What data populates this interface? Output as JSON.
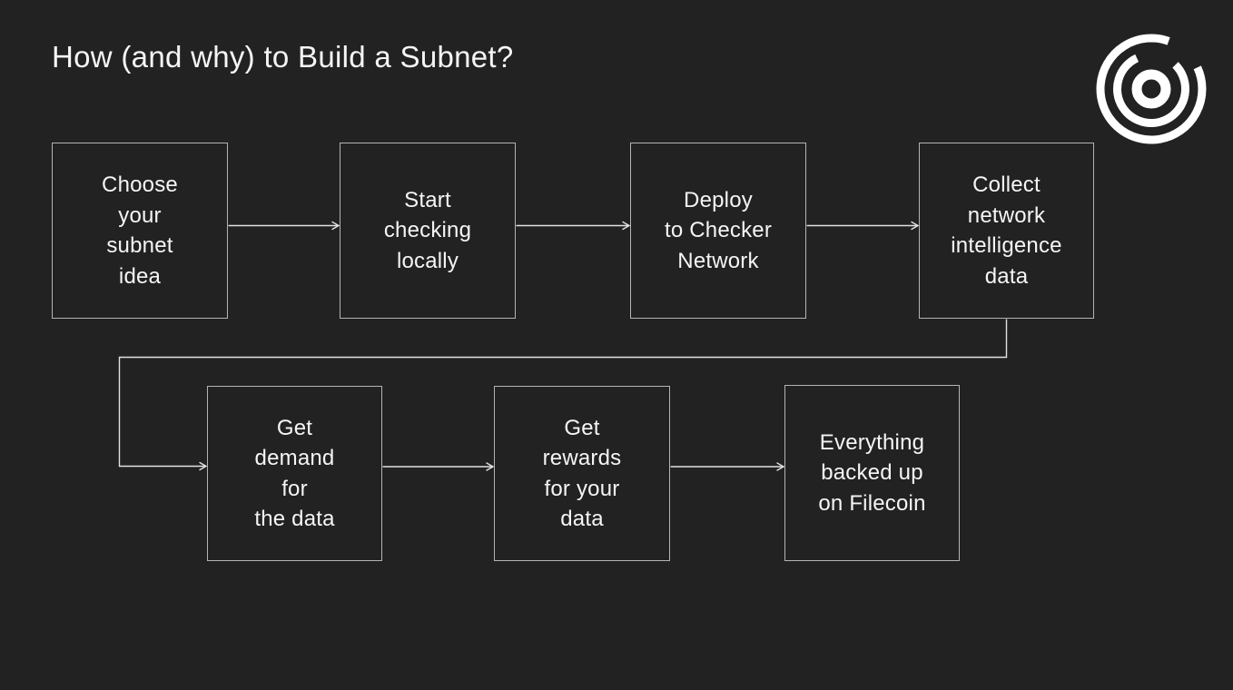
{
  "header": {
    "title": "How (and why) to Build a Subnet?"
  },
  "logo": {
    "icon": "checker-network-spiral-logo-icon"
  },
  "theme": {
    "bg": "#222222",
    "border": "#b4b4b4",
    "line": "#e2e2e2",
    "text": "#f5f5f5"
  },
  "flow": {
    "nodes": [
      {
        "id": "choose-idea",
        "label": "Choose\nyour\nsubnet\nidea"
      },
      {
        "id": "check-locally",
        "label": "Start\nchecking\nlocally"
      },
      {
        "id": "deploy-checker",
        "label": "Deploy\nto Checker\nNetwork"
      },
      {
        "id": "collect-data",
        "label": "Collect\nnetwork\nintelligence\ndata"
      },
      {
        "id": "get-demand",
        "label": "Get\ndemand\nfor\nthe data"
      },
      {
        "id": "get-rewards",
        "label": "Get\nrewards\nfor your\ndata"
      },
      {
        "id": "filecoin-backup",
        "label": "Everything\nbacked up\non Filecoin"
      }
    ],
    "edges": [
      {
        "from": "choose-idea",
        "to": "check-locally"
      },
      {
        "from": "check-locally",
        "to": "deploy-checker"
      },
      {
        "from": "deploy-checker",
        "to": "collect-data"
      },
      {
        "from": "collect-data",
        "to": "get-demand"
      },
      {
        "from": "get-demand",
        "to": "get-rewards"
      },
      {
        "from": "get-rewards",
        "to": "filecoin-backup"
      }
    ]
  }
}
